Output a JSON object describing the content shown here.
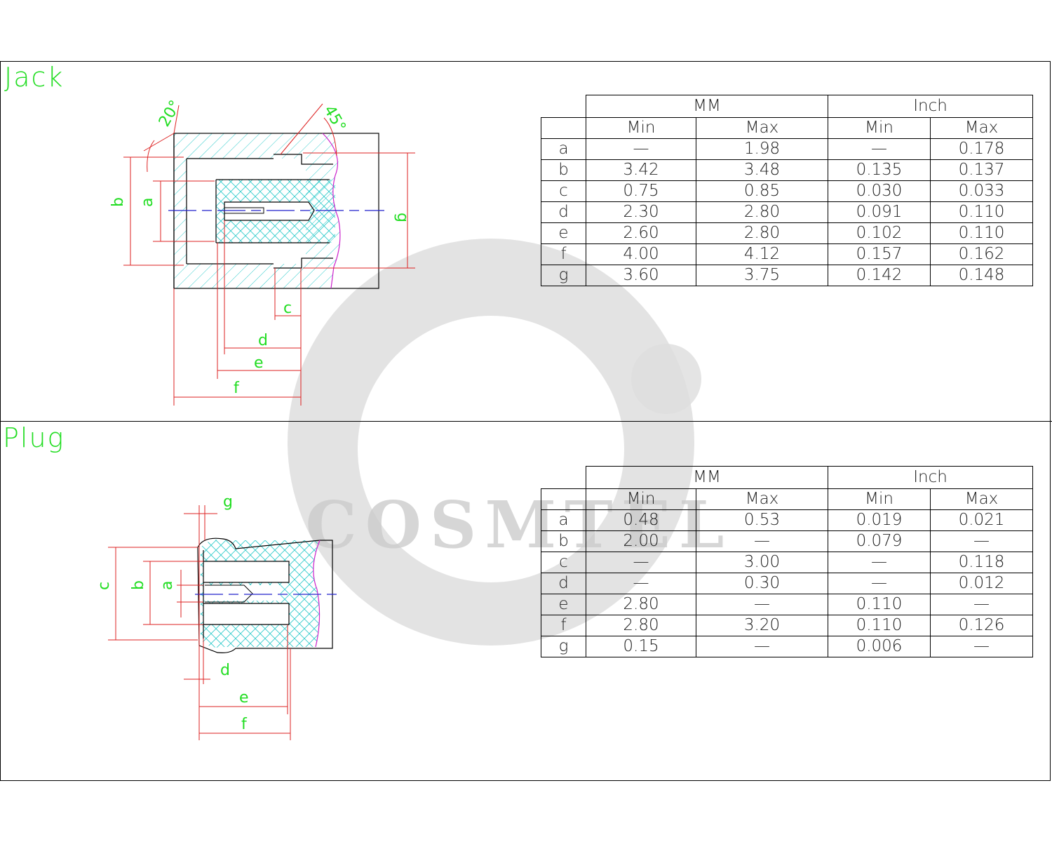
{
  "jack": {
    "title": "Jack",
    "angles": [
      "20°",
      "45°"
    ],
    "dim_labels": {
      "a": "a",
      "b": "b",
      "c": "c",
      "d": "d",
      "e": "e",
      "f": "f",
      "g": "g"
    },
    "table": {
      "group_headers": [
        "MM",
        "Inch"
      ],
      "sub_headers": [
        "Min",
        "Max",
        "Min",
        "Max"
      ],
      "rows": [
        [
          "a",
          "—",
          "1.98",
          "—",
          "0.178"
        ],
        [
          "b",
          "3.42",
          "3.48",
          "0.135",
          "0.137"
        ],
        [
          "c",
          "0.75",
          "0.85",
          "0.030",
          "0.033"
        ],
        [
          "d",
          "2.30",
          "2.80",
          "0.091",
          "0.110"
        ],
        [
          "e",
          "2.60",
          "2.80",
          "0.102",
          "0.110"
        ],
        [
          "f",
          "4.00",
          "4.12",
          "0.157",
          "0.162"
        ],
        [
          "g",
          "3.60",
          "3.75",
          "0.142",
          "0.148"
        ]
      ]
    }
  },
  "plug": {
    "title": "Plug",
    "dim_labels": {
      "a": "a",
      "b": "b",
      "c": "c",
      "d": "d",
      "e": "e",
      "f": "f",
      "g": "g"
    },
    "table": {
      "group_headers": [
        "MM",
        "Inch"
      ],
      "sub_headers": [
        "Min",
        "Max",
        "Min",
        "Max"
      ],
      "rows": [
        [
          "a",
          "0.48",
          "0.53",
          "0.019",
          "0.021"
        ],
        [
          "b",
          "2.00",
          "—",
          "0.079",
          "—"
        ],
        [
          "c",
          "—",
          "3.00",
          "—",
          "0.118"
        ],
        [
          "d",
          "—",
          "0.30",
          "—",
          "0.012"
        ],
        [
          "e",
          "2.80",
          "—",
          "0.110",
          "—"
        ],
        [
          "f",
          "2.80",
          "3.20",
          "0.110",
          "0.126"
        ],
        [
          "g",
          "0.15",
          "—",
          "0.006",
          "—"
        ]
      ]
    }
  },
  "watermark": {
    "text": "COSMTEL"
  },
  "colors": {
    "title": "#22dd22",
    "dimension": "#dd2222",
    "hatch": "#33cccc",
    "axis": "#2222cc",
    "break": "#cc22cc",
    "outline": "#000000"
  }
}
